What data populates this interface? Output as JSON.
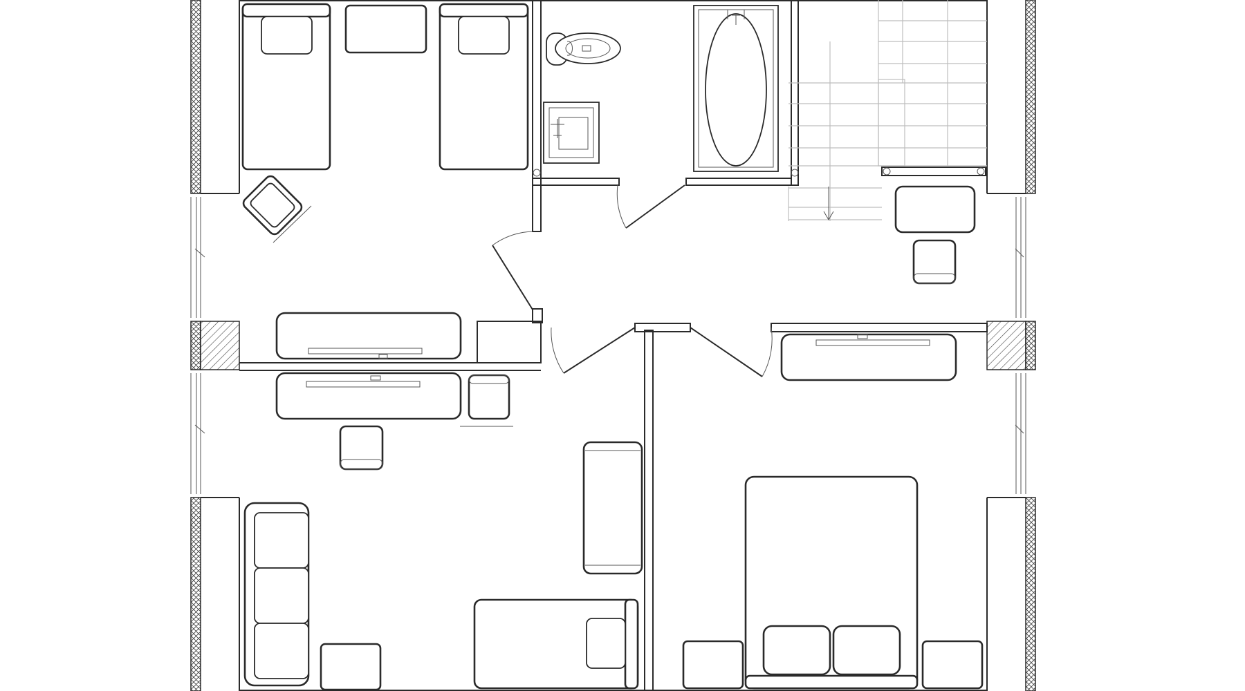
{
  "plan": {
    "colors": {
      "line": "#2a2a2a",
      "background": "#ffffff",
      "stair_line": "#bdbdbd"
    },
    "rooms": [
      "bedroom-twin",
      "bathroom",
      "stair-hall",
      "living-study",
      "master-bedroom"
    ],
    "icons": [
      "bed-icon",
      "toilet-icon",
      "sink-icon",
      "bathtub-icon",
      "stairs-icon",
      "sofa-icon",
      "desk-icon",
      "chair-icon",
      "nightstand-icon",
      "door-swing-icon",
      "window-icon"
    ]
  }
}
